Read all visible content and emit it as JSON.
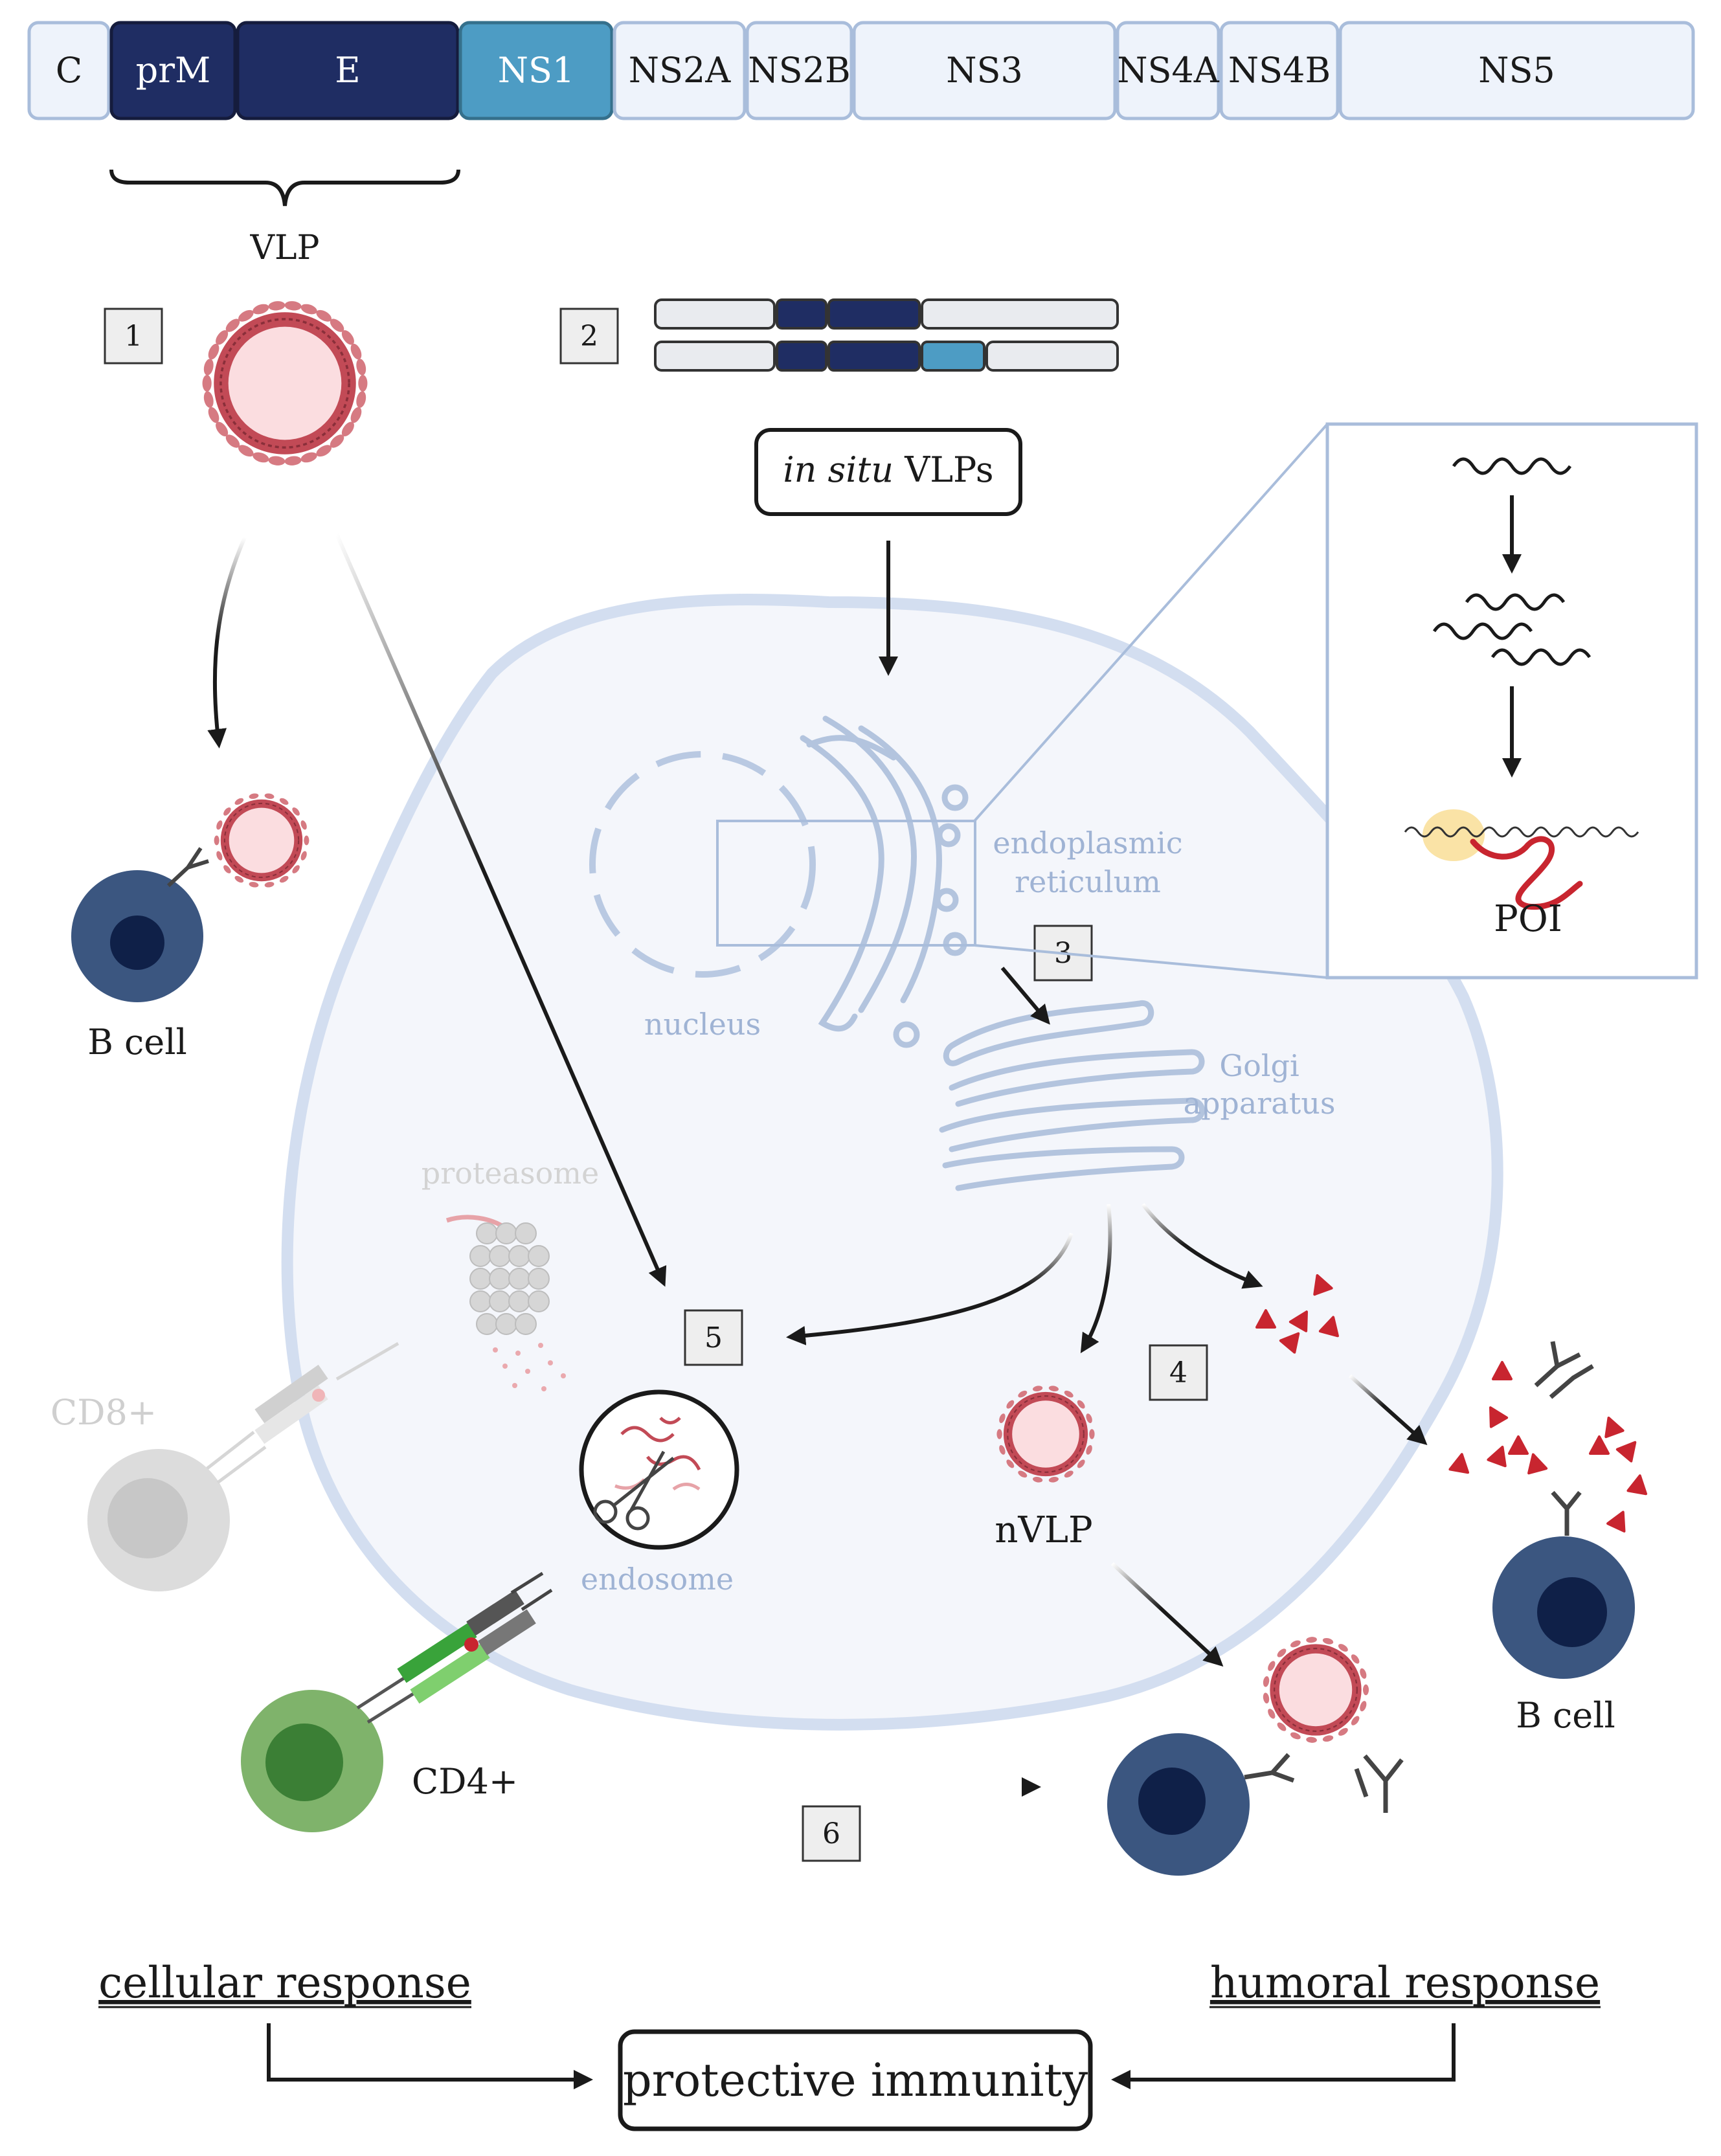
{
  "colors": {
    "navy": "#1f2d63",
    "teal": "#4d9cc4",
    "segment_fill": "#eef3fb",
    "segment_stroke": "#a9bddb",
    "cell_fill": "#f4f6fb",
    "cell_stroke": "#d3def0",
    "organelle": "#a9bddb",
    "organelle_text": "#9fb3d4",
    "vlp_red": "#c24a56",
    "vlp_core": "#fbdde0",
    "bcell_outer": "#3b5680",
    "bcell_inner": "#0f2048",
    "cd4_outer": "#7fb36b",
    "cd4_inner": "#3b7f35",
    "cd8_outer": "#dcdcdc",
    "cd8_inner": "#c7c7c7",
    "antigen_red": "#c8252f",
    "ribosome_yellow": "#fae3a6",
    "arrow": "#1a1a1a"
  },
  "genome": {
    "segments": [
      "C",
      "prM",
      "E",
      "NS1",
      "NS2A",
      "NS2B",
      "NS3",
      "NS4A",
      "NS4B",
      "NS5"
    ]
  },
  "labels": {
    "vlp": "VLP",
    "in_situ_italic": "in situ",
    "in_situ_rest": " VLPs",
    "nucleus": "nucleus",
    "er_line1": "endoplasmic",
    "er_line2": "reticulum",
    "golgi_line1": "Golgi",
    "golgi_line2": "apparatus",
    "proteasome": "proteasome",
    "endosome": "endosome",
    "nvlp": "nVLP",
    "poi": "POI",
    "b_cell": "B cell",
    "cd8": "CD8+",
    "cd4": "CD4+",
    "cellular_response": "cellular response",
    "humoral_response": "humoral response",
    "protective_immunity": "protective immunity"
  },
  "steps": [
    "1",
    "2",
    "3",
    "4",
    "5",
    "6"
  ],
  "icons": [
    "vlp-particle-icon",
    "b-cell-icon",
    "antibody-icon",
    "mrna-icon",
    "ribosome-icon",
    "scissors-icon",
    "proteasome-icon",
    "cd4-cell-icon",
    "cd8-cell-icon",
    "antigen-icon"
  ]
}
